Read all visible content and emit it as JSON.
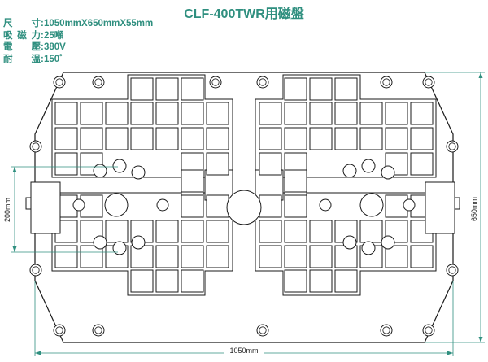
{
  "title": "CLF-400TWR用磁盤",
  "specs": [
    {
      "label": "尺寸",
      "value": "1050mmX650mmX55mm"
    },
    {
      "label": "吸磁力",
      "value": "25噸"
    },
    {
      "label": "電壓",
      "value": "380V"
    },
    {
      "label": "耐溫",
      "value": "150˚"
    }
  ],
  "dimensions": {
    "width": "1050mm",
    "height": "650mm",
    "pitch": "200mm"
  },
  "colors": {
    "accent": "#2f8f7f",
    "line": "#1a1a1a",
    "dim": "#2f8f7f"
  }
}
